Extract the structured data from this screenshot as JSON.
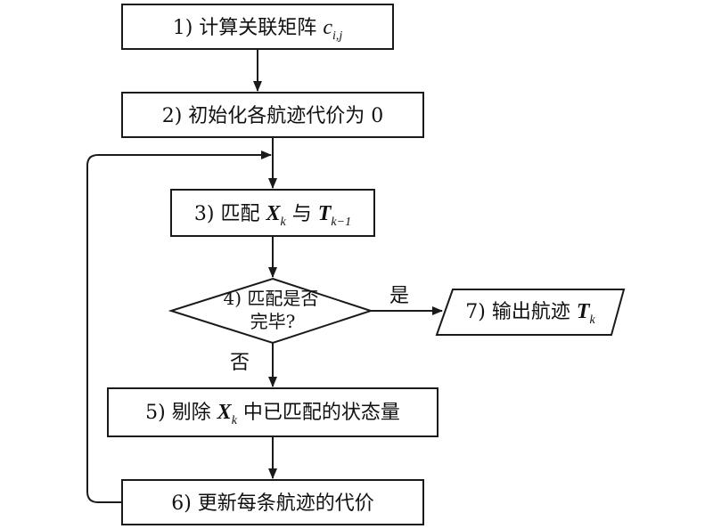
{
  "steps": {
    "s1": {
      "text": "1) 计算关联矩阵 ",
      "var": "c",
      "sub": "i,j"
    },
    "s2": {
      "text": "2) 初始化各航迹代价为 0"
    },
    "s3": {
      "prefix": "3) 匹配 ",
      "var1": "X",
      "sub1": "k",
      "mid": " 与 ",
      "var2": "T",
      "sub2": "k−1"
    },
    "s4": {
      "line1": "4) 匹配是否",
      "line2": "完毕?"
    },
    "s5": {
      "prefix": "5) 剔除 ",
      "var": "X",
      "sub": "k",
      "suffix": " 中已匹配的状态量"
    },
    "s6": {
      "text": "6) 更新每条航迹的代价"
    },
    "s7": {
      "prefix": "7) 输出航迹 ",
      "var": "T",
      "sub": "k"
    }
  },
  "edges": {
    "yes_label": "是",
    "no_label": "否"
  },
  "colors": {
    "stroke": "#1a1a1a",
    "text": "#111111",
    "background": "#ffffff"
  }
}
